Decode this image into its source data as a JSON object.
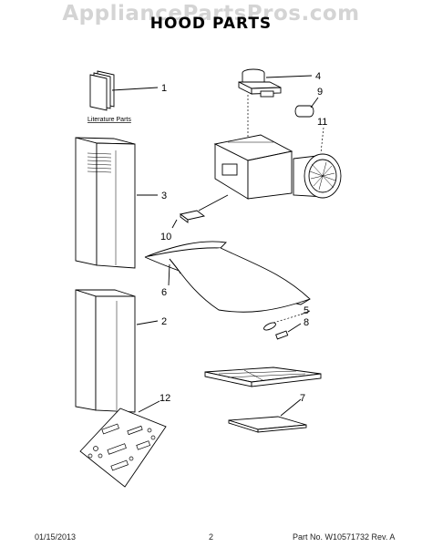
{
  "watermark": "AppliancePartsPros.com",
  "title": "HOOD PARTS",
  "literature_label": "Literature Parts",
  "callouts": {
    "p1": "1",
    "p2": "2",
    "p3": "3",
    "p4": "4",
    "p5": "5",
    "p6": "6",
    "p7": "7",
    "p8": "8",
    "p9": "9",
    "p10": "10",
    "p11": "11",
    "p12": "12"
  },
  "footer": {
    "date": "01/15/2013",
    "page": "2",
    "part_no": "Part No.  W10571732  Rev.  A"
  }
}
